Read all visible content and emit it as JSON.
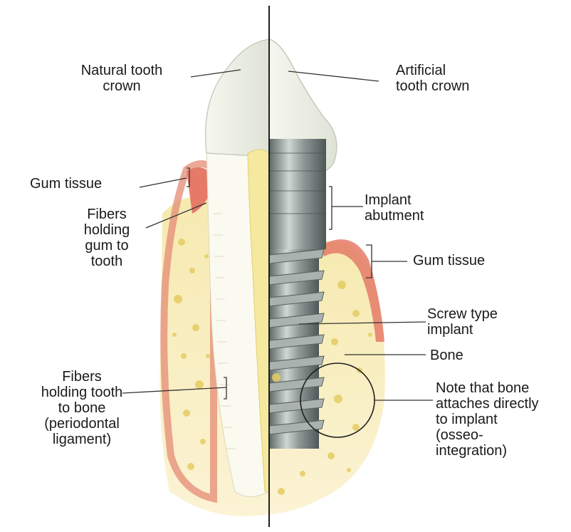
{
  "labels": {
    "natural_crown": "Natural tooth\ncrown",
    "artificial_crown": "Artificial\ntooth crown",
    "gum_left": "Gum tissue",
    "fibers_gum": "Fibers\nholding\ngum to\ntooth",
    "abutment": "Implant\nabutment",
    "gum_right": "Gum tissue",
    "screw": "Screw type\nimplant",
    "bone": "Bone",
    "fibers_bone": "Fibers\nholding tooth\nto bone\n(periodontal\nligament)",
    "osseo": "Note that bone\nattaches directly\nto implant\n(osseo-\nintegration)"
  },
  "colors": {
    "bone_fill": "#f4e7a6",
    "bone_spot": "#e3c75a",
    "gum": "#e8866e",
    "enamel": "#eef0e6",
    "metal_dark": "#6f7a78",
    "metal_light": "#c9cfcc",
    "divider": "#1e1e1e"
  }
}
